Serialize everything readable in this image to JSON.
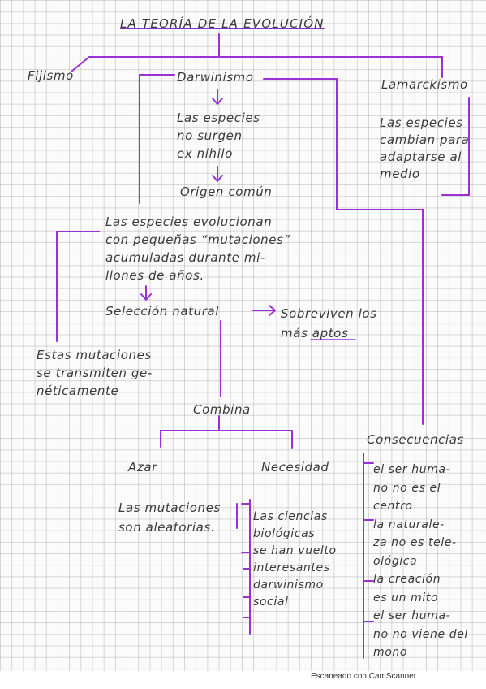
{
  "title": "LA TEORÍA DE LA EVOLUCIÓN",
  "branches": {
    "fijismo": "Fijismo",
    "darwinismo": "Darwinismo",
    "lamarckismo": "Lamarckismo"
  },
  "lamarck_text": "Las especies\ncambian para\nadaptarse al\nmedio",
  "darwin_text1": "Las especies\nno surgen\nex nihilo",
  "origen": "Origen común",
  "evolucion": "Las especies evolucionan\ncon pequeñas “mutaciones”\nacumuladas durante mi-\nllones de años.",
  "seleccion": "Selección natural",
  "sobreviven": "Sobreviven los\nmás aptos",
  "transmiten": "Estas mutaciones\nse transmiten ge-\nnéticamente",
  "combina": "Combina",
  "azar": "Azar",
  "necesidad": "Necesidad",
  "azar_text": "Las mutaciones\nson aleatorias.",
  "necesidad_text": "Las ciencias\nbiológicas\nse han vuelto\ninteresantes\ndarwinismo\nsocial",
  "consecuencias": "Consecuencias",
  "consecuencias_text": "el ser huma-\nno no es el\ncentro\nla naturale-\nza no es tele-\nológica\nla creación\nes un mito\nel ser huma-\nno no viene del\nmono",
  "footer": "Escaneado con CamScanner",
  "colors": {
    "ink": "#3a3a3a",
    "accent": "#9b30d9"
  }
}
